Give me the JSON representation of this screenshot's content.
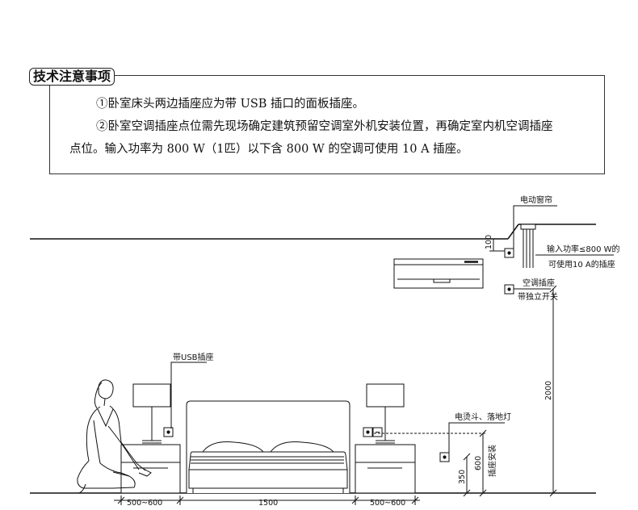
{
  "notes": {
    "title": "技术注意事项",
    "line1": "①卧室床头两边插座应为带 USB 插口的面板插座。",
    "line2": "②卧室空调插座点位需先现场确定建筑预留空调室外机安装位置，再确定室内机空调插座",
    "line3": "点位。输入功率为 800 W（1匹）以下含 800 W 的空调可使用 10 A 插座。"
  },
  "labels": {
    "curtain": "电动窗帘",
    "ac_note_1": "输入功率≤800 W的",
    "ac_note_2": "可使用10 A的插座",
    "ac_socket": "空调插座",
    "ac_switch": "带独立开关",
    "usb_socket": "带USB插座",
    "iron_lamp": "电烫斗、落地灯",
    "socket_install": "插座安装"
  },
  "dims": {
    "d100": "100",
    "d2000": "2000",
    "d350": "350",
    "d600": "600",
    "w_left": "500~600",
    "w_bed": "1500",
    "w_right": "500~600"
  }
}
